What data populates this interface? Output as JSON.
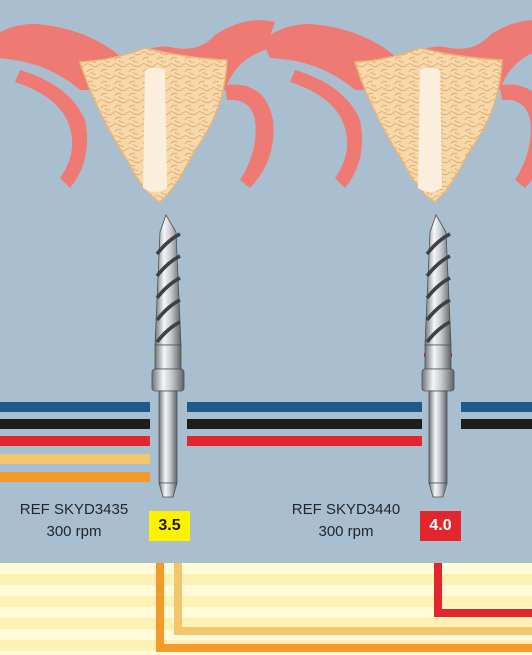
{
  "drills": [
    {
      "ref": "REF SKYD3435",
      "speed": "300 rpm",
      "diameter": "3.5",
      "ring_color": "#f0d020",
      "badge_bg": "#fff200",
      "badge_fg": "#1a1a1a"
    },
    {
      "ref": "REF SKYD3440",
      "speed": "300 rpm",
      "diameter": "4.0",
      "ring_color": "#e02020",
      "badge_bg": "#e3262b",
      "badge_fg": "#ffffff"
    }
  ],
  "colors": {
    "background": "#a9bfd0",
    "gum": "#ee7a73",
    "bone": "#f7d8aa",
    "cancellous": "#efc28f",
    "socket": "#fbeedd",
    "band_blue": "#1f5a8c",
    "band_black": "#1c1c1c",
    "band_red": "#e3262b",
    "band_yellow": "#f2c66c",
    "band_orange": "#f39a2a",
    "stripe_light": "#fffbd8",
    "stripe_dark": "#fdf1b4"
  },
  "icons": [
    "jaw-cross-section",
    "twist-drill"
  ]
}
